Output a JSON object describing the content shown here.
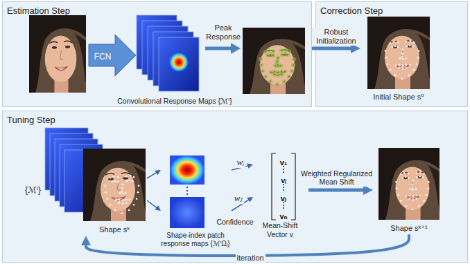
{
  "diagram": {
    "nodes": [
      {
        "text": [
          "Estimation Step"
        ]
      },
      {
        "text": [
          "Convolutional Response Maps {ℳⁱ}"
        ],
        "in": 0
      },
      {
        "text": [
          "Correction Step"
        ]
      },
      {
        "text": [
          "Initial Shape s⁰"
        ],
        "in": 2
      },
      {
        "text": [
          "Tuning Step"
        ]
      },
      {
        "text": [
          "{ℳⁱ}",
          "Shape sᵏ"
        ],
        "in": 4
      },
      {
        "text": [
          "Shape-index patch response maps {ℳⁱΩᵢ}"
        ],
        "in": 4
      },
      {
        "text": [
          "Mean-Shift Vector v"
        ],
        "in": 4
      },
      {
        "text": [
          "Shape sᵏ⁺¹"
        ],
        "in": 4
      }
    ],
    "edges": [
      {
        "from": 0,
        "to": 3,
        "arrow": "to",
        "label": "Robust Initialization"
      },
      {
        "from": 5,
        "to": 6,
        "arrow": "to"
      },
      {
        "from": 5,
        "to": 6,
        "arrow": "to"
      },
      {
        "from": 6,
        "to": 7,
        "arrow": "to",
        "label": "wᵢ"
      },
      {
        "from": 6,
        "to": 7,
        "arrow": "to",
        "label": "wⱼ"
      },
      {
        "from": 7,
        "to": 8,
        "arrow": "to",
        "label": "Weighted Regularized Mean Shift"
      },
      {
        "from": 8,
        "to": 5,
        "arrow": "to",
        "label": "iteration"
      }
    ],
    "labels": [
      "FCN",
      "Peak Response",
      "Confidence",
      "v₁",
      "vᵢ",
      "vⱼ",
      "vₙ"
    ]
  }
}
